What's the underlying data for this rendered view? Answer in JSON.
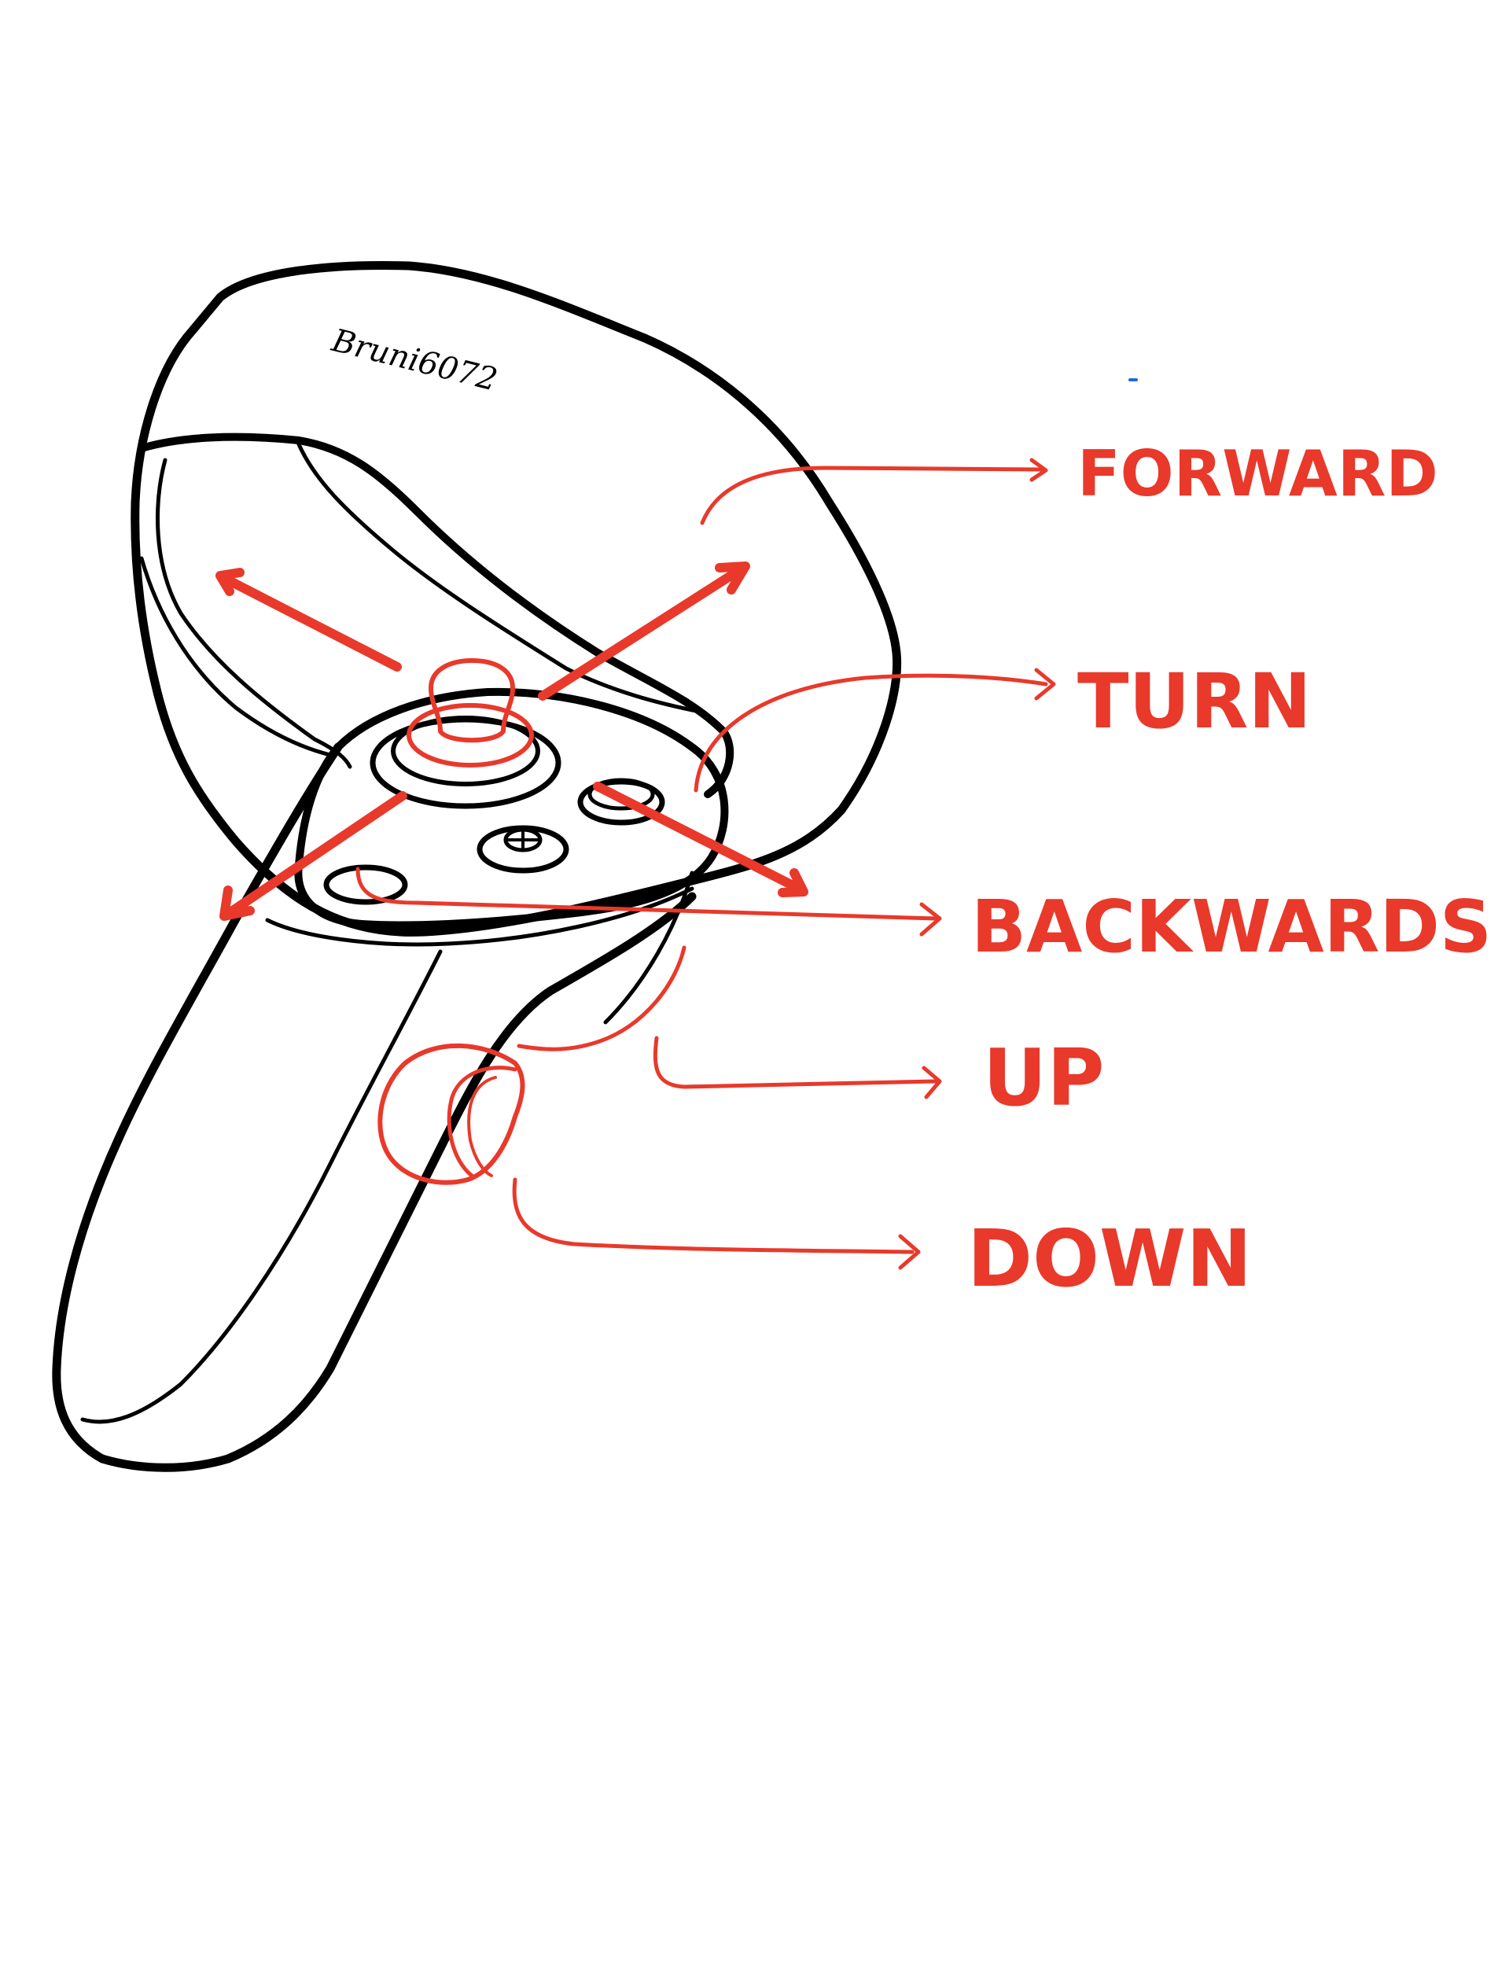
{
  "signature": "Bruni6072",
  "labels": {
    "forward": "FORWARD",
    "turn": "TURN",
    "backwards": "BACKWARDS",
    "up": "UP",
    "down": "DOWN"
  },
  "colors": {
    "outline": "#000000",
    "annotation": "#e8392b",
    "background": "#ffffff"
  }
}
